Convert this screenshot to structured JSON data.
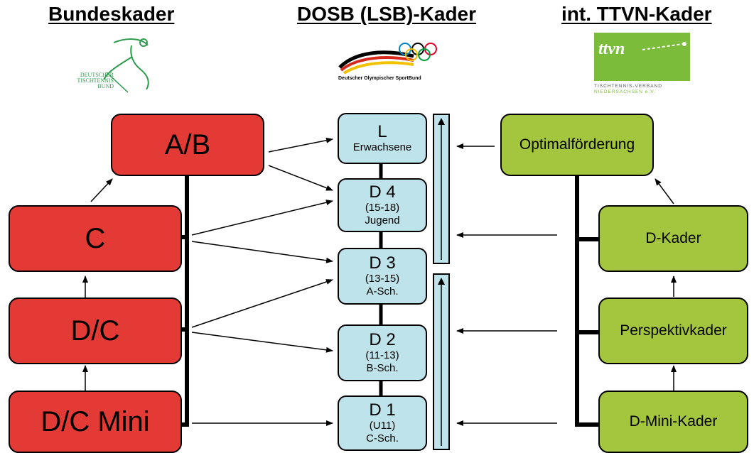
{
  "headers": {
    "left": "Bundeskader",
    "center": "DOSB (LSB)-Kader",
    "right": "int. TTVN-Kader"
  },
  "logos": {
    "dttb": {
      "text_lines": [
        "DEUTSCHER",
        "TISCHTENNIS",
        "BUND"
      ],
      "color": "#2e9b4f"
    },
    "dosb": {
      "text": "Deutscher Olympischer SportBund"
    },
    "ttvn": {
      "mark": "ttvn",
      "text_lines": [
        "TISCHTENNIS-VERBAND",
        "NIEDERSACHSEN e.V."
      ],
      "color": "#7bbd3a"
    }
  },
  "left_boxes": [
    "A/B",
    "C",
    "D/C",
    "D/C Mini"
  ],
  "center_boxes": [
    {
      "line1": "L",
      "line2": "Erwachsene",
      "line3": ""
    },
    {
      "line1": "D 4",
      "line2": "(15-18)",
      "line3": "Jugend"
    },
    {
      "line1": "D 3",
      "line2": "(13-15)",
      "line3": "A-Sch."
    },
    {
      "line1": "D 2",
      "line2": "(11-13)",
      "line3": "B-Sch."
    },
    {
      "line1": "D 1",
      "line2": "(U11)",
      "line3": "C-Sch."
    }
  ],
  "right_boxes": [
    "Optimalförderung",
    "D-Kader",
    "Perspektivkader",
    "D-Mini-Kader"
  ],
  "colors": {
    "red": "#e33a35",
    "green": "#a4c63f",
    "blue": "#bfe3ea"
  }
}
